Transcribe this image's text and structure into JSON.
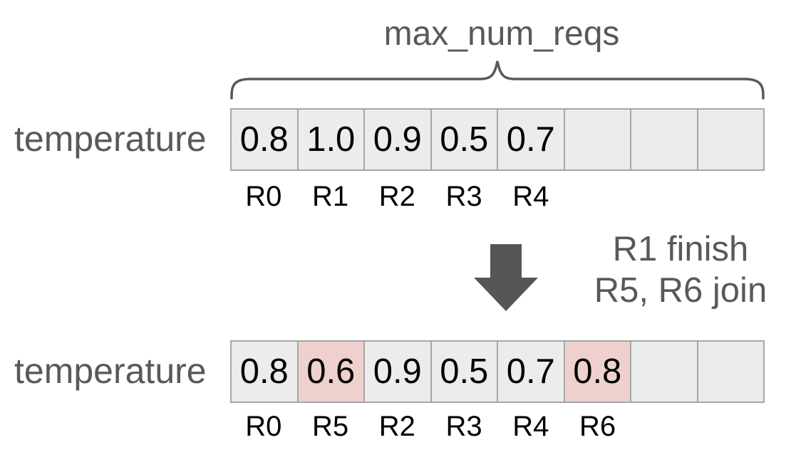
{
  "brace_label": "max_num_reqs",
  "transition": {
    "line1": "R1 finish",
    "line2": "R5, R6 join"
  },
  "rows": {
    "before": {
      "label": "temperature",
      "values": [
        "0.8",
        "1.0",
        "0.9",
        "0.5",
        "0.7",
        "",
        "",
        ""
      ],
      "highlighted_indices": [],
      "request_labels": [
        "R0",
        "R1",
        "R2",
        "R3",
        "R4",
        "",
        "",
        ""
      ]
    },
    "after": {
      "label": "temperature",
      "values": [
        "0.8",
        "0.6",
        "0.9",
        "0.5",
        "0.7",
        "0.8",
        "",
        ""
      ],
      "highlighted_indices": [
        1,
        5
      ],
      "request_labels": [
        "R0",
        "R5",
        "R2",
        "R3",
        "R4",
        "R6",
        "",
        ""
      ]
    }
  },
  "colors": {
    "cell_background": "#ececec",
    "cell_highlight": "#eed1ce",
    "cell_border": "#a6a6a6",
    "gray_text": "#595959",
    "arrow": "#565656",
    "value_text": "#000000"
  }
}
